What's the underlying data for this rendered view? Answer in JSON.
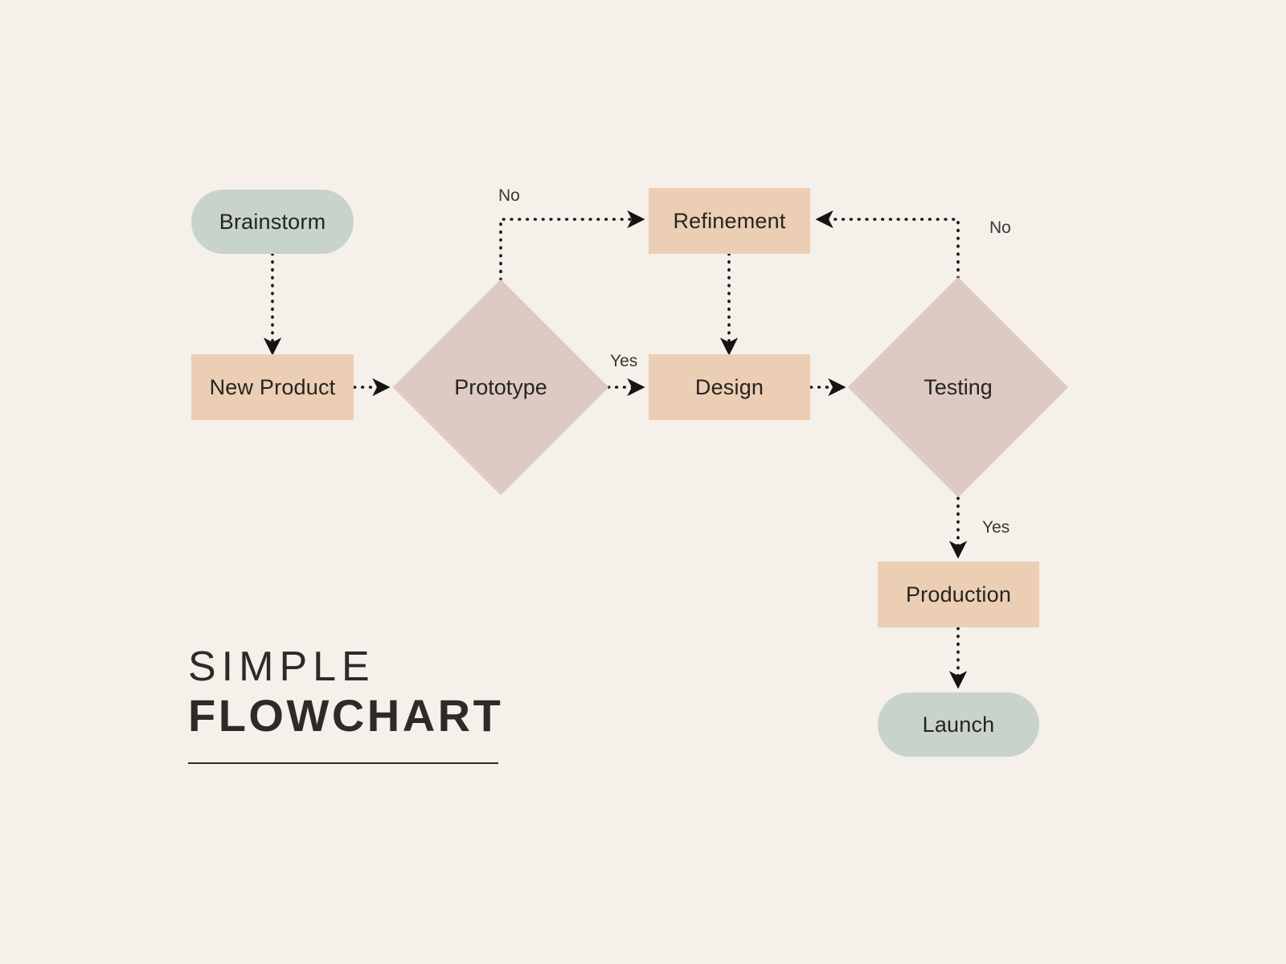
{
  "title": {
    "line1": "SIMPLE",
    "line2": "FLOWCHART"
  },
  "colors": {
    "background": "#f5f0ea",
    "terminal": "#c8d3cb",
    "process": "#ecceb5",
    "decision": "#ddcac2",
    "text": "#262421",
    "connector": "#1a1a1a"
  },
  "nodes": [
    {
      "id": "brainstorm",
      "label": "Brainstorm",
      "shape": "terminal"
    },
    {
      "id": "new-product",
      "label": "New Product",
      "shape": "process"
    },
    {
      "id": "prototype",
      "label": "Prototype",
      "shape": "decision"
    },
    {
      "id": "refinement",
      "label": "Refinement",
      "shape": "process"
    },
    {
      "id": "design",
      "label": "Design",
      "shape": "process"
    },
    {
      "id": "testing",
      "label": "Testing",
      "shape": "decision"
    },
    {
      "id": "production",
      "label": "Production",
      "shape": "process"
    },
    {
      "id": "launch",
      "label": "Launch",
      "shape": "terminal"
    }
  ],
  "edges": [
    {
      "id": "brainstorm-to-new-product",
      "from": "brainstorm",
      "to": "new-product",
      "label": ""
    },
    {
      "id": "new-product-to-prototype",
      "from": "new-product",
      "to": "prototype",
      "label": ""
    },
    {
      "id": "prototype-no-refinement",
      "from": "prototype",
      "to": "refinement",
      "label": "No"
    },
    {
      "id": "prototype-yes-design",
      "from": "prototype",
      "to": "design",
      "label": "Yes"
    },
    {
      "id": "refinement-to-design",
      "from": "refinement",
      "to": "design",
      "label": ""
    },
    {
      "id": "design-to-testing",
      "from": "design",
      "to": "testing",
      "label": ""
    },
    {
      "id": "testing-no-refinement",
      "from": "testing",
      "to": "refinement",
      "label": "No"
    },
    {
      "id": "testing-yes-production",
      "from": "testing",
      "to": "production",
      "label": "Yes"
    },
    {
      "id": "production-to-launch",
      "from": "production",
      "to": "launch",
      "label": ""
    }
  ],
  "edge_labels": {
    "prototype_no": "No",
    "prototype_yes": "Yes",
    "testing_no": "No",
    "testing_yes": "Yes"
  },
  "chart_data": {
    "type": "diagram",
    "title": "SIMPLE FLOWCHART",
    "nodes": [
      {
        "label": "Brainstorm",
        "shape": "rounded-pill",
        "color": "#c8d3cb"
      },
      {
        "label": "New Product",
        "shape": "rectangle",
        "color": "#ecceb5"
      },
      {
        "label": "Prototype",
        "shape": "diamond",
        "color": "#ddcac2"
      },
      {
        "label": "Refinement",
        "shape": "rectangle",
        "color": "#ecceb5"
      },
      {
        "label": "Design",
        "shape": "rectangle",
        "color": "#ecceb5"
      },
      {
        "label": "Testing",
        "shape": "diamond",
        "color": "#ddcac2"
      },
      {
        "label": "Production",
        "shape": "rectangle",
        "color": "#ecceb5"
      },
      {
        "label": "Launch",
        "shape": "rounded-pill",
        "color": "#c8d3cb"
      }
    ],
    "links": [
      {
        "source": "Brainstorm",
        "target": "New Product",
        "label": ""
      },
      {
        "source": "New Product",
        "target": "Prototype",
        "label": ""
      },
      {
        "source": "Prototype",
        "target": "Refinement",
        "label": "No"
      },
      {
        "source": "Prototype",
        "target": "Design",
        "label": "Yes"
      },
      {
        "source": "Refinement",
        "target": "Design",
        "label": ""
      },
      {
        "source": "Design",
        "target": "Testing",
        "label": ""
      },
      {
        "source": "Testing",
        "target": "Refinement",
        "label": "No"
      },
      {
        "source": "Testing",
        "target": "Production",
        "label": "Yes"
      },
      {
        "source": "Production",
        "target": "Launch",
        "label": ""
      }
    ]
  }
}
